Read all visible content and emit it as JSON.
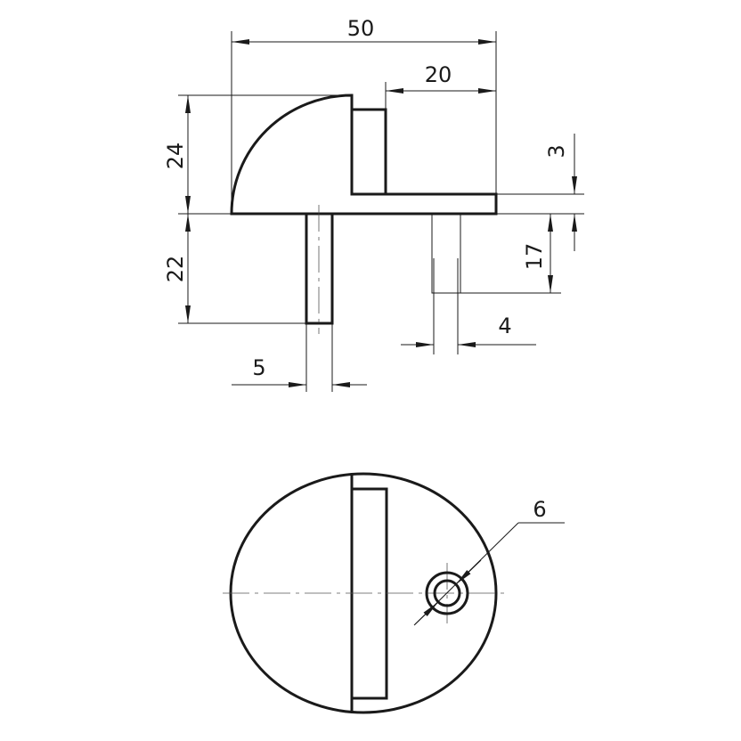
{
  "side_view": {
    "dimensions": {
      "total_length": "50",
      "plate_length": "20",
      "dome_height": "24",
      "left_pin_length": "22",
      "plate_thickness": "3",
      "right_pin_length": "17",
      "right_pin_diameter": "4",
      "left_pin_diameter": "5"
    }
  },
  "plan_view": {
    "dimensions": {
      "hole_diameter": "6"
    }
  }
}
